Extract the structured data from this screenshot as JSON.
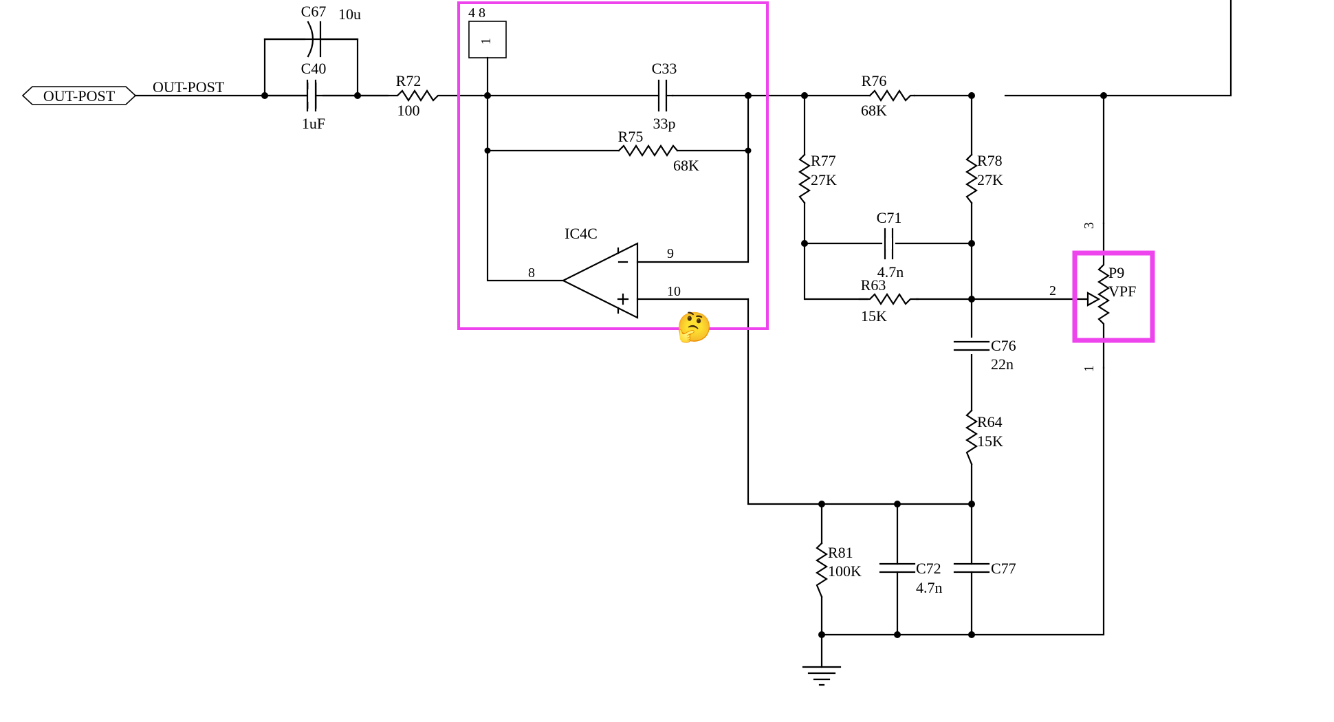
{
  "ports": {
    "out_post": "OUT-POST"
  },
  "nets": {
    "out_post": "OUT-POST"
  },
  "ic": {
    "ref": "IC4C",
    "pin_out": "8",
    "pin_inv": "9",
    "pin_noninv": "10"
  },
  "power_box": {
    "pins": "4  8",
    "unit": "1"
  },
  "components": {
    "C67": {
      "ref": "C67",
      "value": "10u"
    },
    "C40": {
      "ref": "C40",
      "value": "1uF"
    },
    "R72": {
      "ref": "R72",
      "value": "100"
    },
    "C33": {
      "ref": "C33",
      "value": "33p"
    },
    "R75": {
      "ref": "R75",
      "value": "68K"
    },
    "R76": {
      "ref": "R76",
      "value": "68K"
    },
    "R77": {
      "ref": "R77",
      "value": "27K"
    },
    "R78": {
      "ref": "R78",
      "value": "27K"
    },
    "C71": {
      "ref": "C71",
      "value": "4.7n"
    },
    "R63": {
      "ref": "R63",
      "value": "15K"
    },
    "C76": {
      "ref": "C76",
      "value": "22n"
    },
    "R64": {
      "ref": "R64",
      "value": "15K"
    },
    "R81": {
      "ref": "R81",
      "value": "100K"
    },
    "C72": {
      "ref": "C72",
      "value": "4.7n"
    },
    "C77": {
      "ref": "C77",
      "value": ""
    },
    "P9": {
      "ref": "P9",
      "value": "VPF",
      "pin1": "1",
      "pin2": "2",
      "pin3": "3"
    }
  },
  "annotations": {
    "emoji": "🤔",
    "highlight_color": "#ee44ee"
  }
}
